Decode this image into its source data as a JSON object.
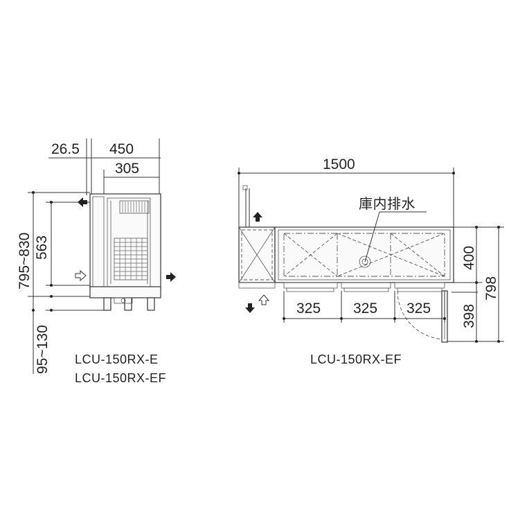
{
  "left_view": {
    "dims": {
      "offset": "26.5",
      "depth": "450",
      "inner_depth": "305",
      "height": "795~830",
      "inner_height": "563",
      "leg": "95~130"
    },
    "models": [
      "LCU-150RX-E",
      "LCU-150RX-EF"
    ]
  },
  "right_view": {
    "dims": {
      "width": "1500",
      "depth": "400",
      "total_depth": "798",
      "door_depth": "398",
      "drawer_widths": [
        "325",
        "325",
        "325"
      ]
    },
    "drain_label": "庫内排水",
    "model": "LCU-150RX-EF"
  },
  "colors": {
    "line": "#333333",
    "text": "#222222",
    "background": "#ffffff"
  }
}
